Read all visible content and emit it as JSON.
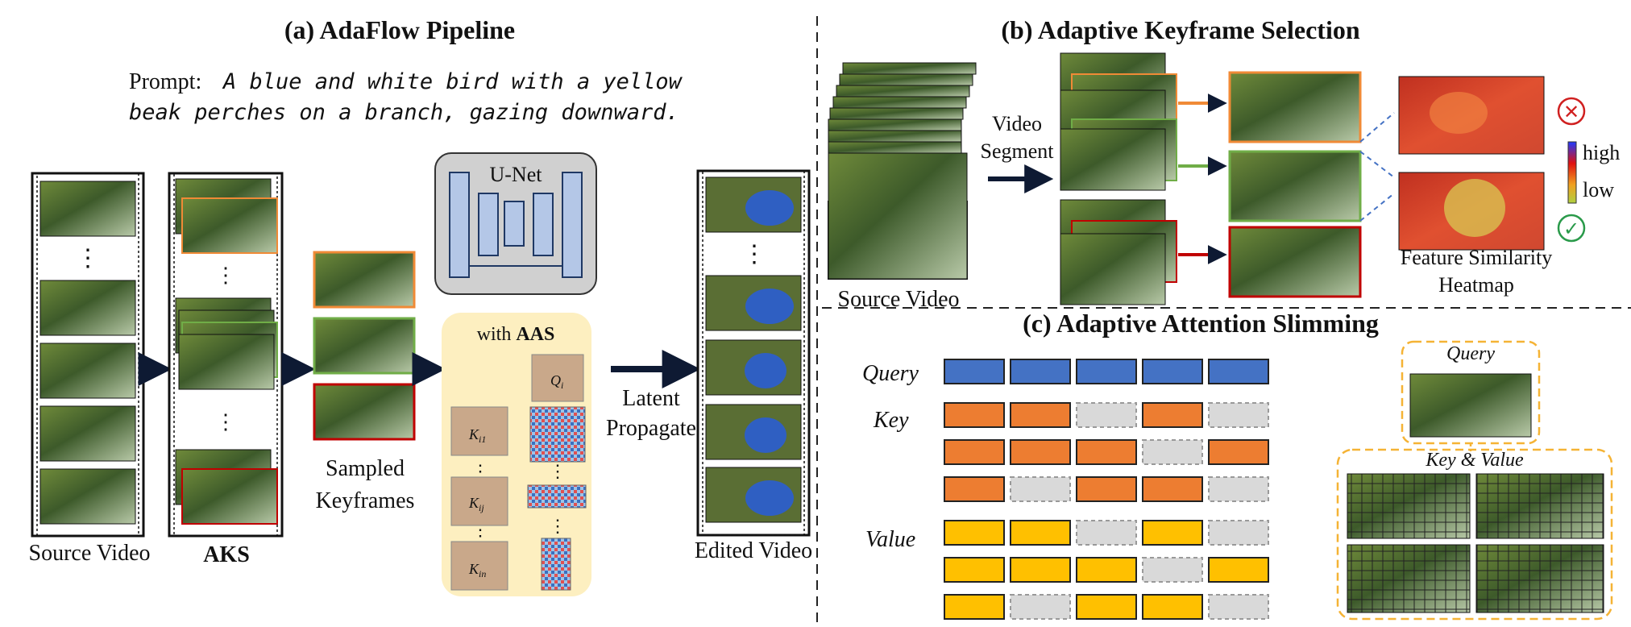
{
  "panel_a": {
    "title": "(a) AdaFlow Pipeline",
    "prompt_label": "Prompt:",
    "prompt_line1": "A blue and white bird with a yellow",
    "prompt_line2": "beak perches on a branch, gazing downward.",
    "source_video_label": "Source Video",
    "aks_label": "AKS",
    "sampled_label_1": "Sampled",
    "sampled_label_2": "Keyframes",
    "unet_label": "U-Net",
    "aas_prefix": "with ",
    "aas_bold": "AAS",
    "q_label": "Q",
    "q_sub": "i",
    "k1_label": "K",
    "k1_sub": "i1",
    "kj_label": "K",
    "kj_sub": "ij",
    "kn_label": "K",
    "kn_sub": "in",
    "latent_label_1": "Latent",
    "latent_label_2": "Propagate",
    "edited_video_label": "Edited Video",
    "ellipsis": "⋮"
  },
  "panel_b": {
    "title": "(b) Adaptive Keyframe Selection",
    "video_segment_1": "Video",
    "video_segment_2": "Segment",
    "source_video_label": "Source Video",
    "legend_high": "high",
    "legend_low": "low",
    "heatmap_label_1": "Feature Similarity",
    "heatmap_label_2": "Heatmap",
    "reject_icon_glyph": "✕",
    "accept_icon_glyph": "✓"
  },
  "panel_c": {
    "title": "(c) Adaptive Attention Slimming",
    "query_label": "Query",
    "key_label": "Key",
    "value_label": "Value",
    "right_query_label": "Query",
    "right_kv_label": "Key & Value",
    "query_row": [
      1,
      1,
      1,
      1,
      1
    ],
    "key_rows": [
      [
        1,
        1,
        0,
        1,
        0
      ],
      [
        1,
        1,
        1,
        0,
        1
      ],
      [
        1,
        0,
        1,
        1,
        0
      ]
    ],
    "value_rows": [
      [
        1,
        1,
        0,
        1,
        0
      ],
      [
        1,
        1,
        1,
        0,
        1
      ],
      [
        1,
        0,
        1,
        1,
        0
      ]
    ]
  },
  "colors": {
    "orange": "#f08a36",
    "green": "#70ad47",
    "red": "#c00000",
    "blue_block": "#4472c4",
    "orange_block": "#ed7d31",
    "yellow_block": "#ffc000",
    "gray_block": "#d9d9d9",
    "aas_bg": "#fdefc0",
    "unet_bg": "#d0d0d0",
    "unet_block": "#b4c7e7",
    "dashed_orange": "#f5b335"
  }
}
